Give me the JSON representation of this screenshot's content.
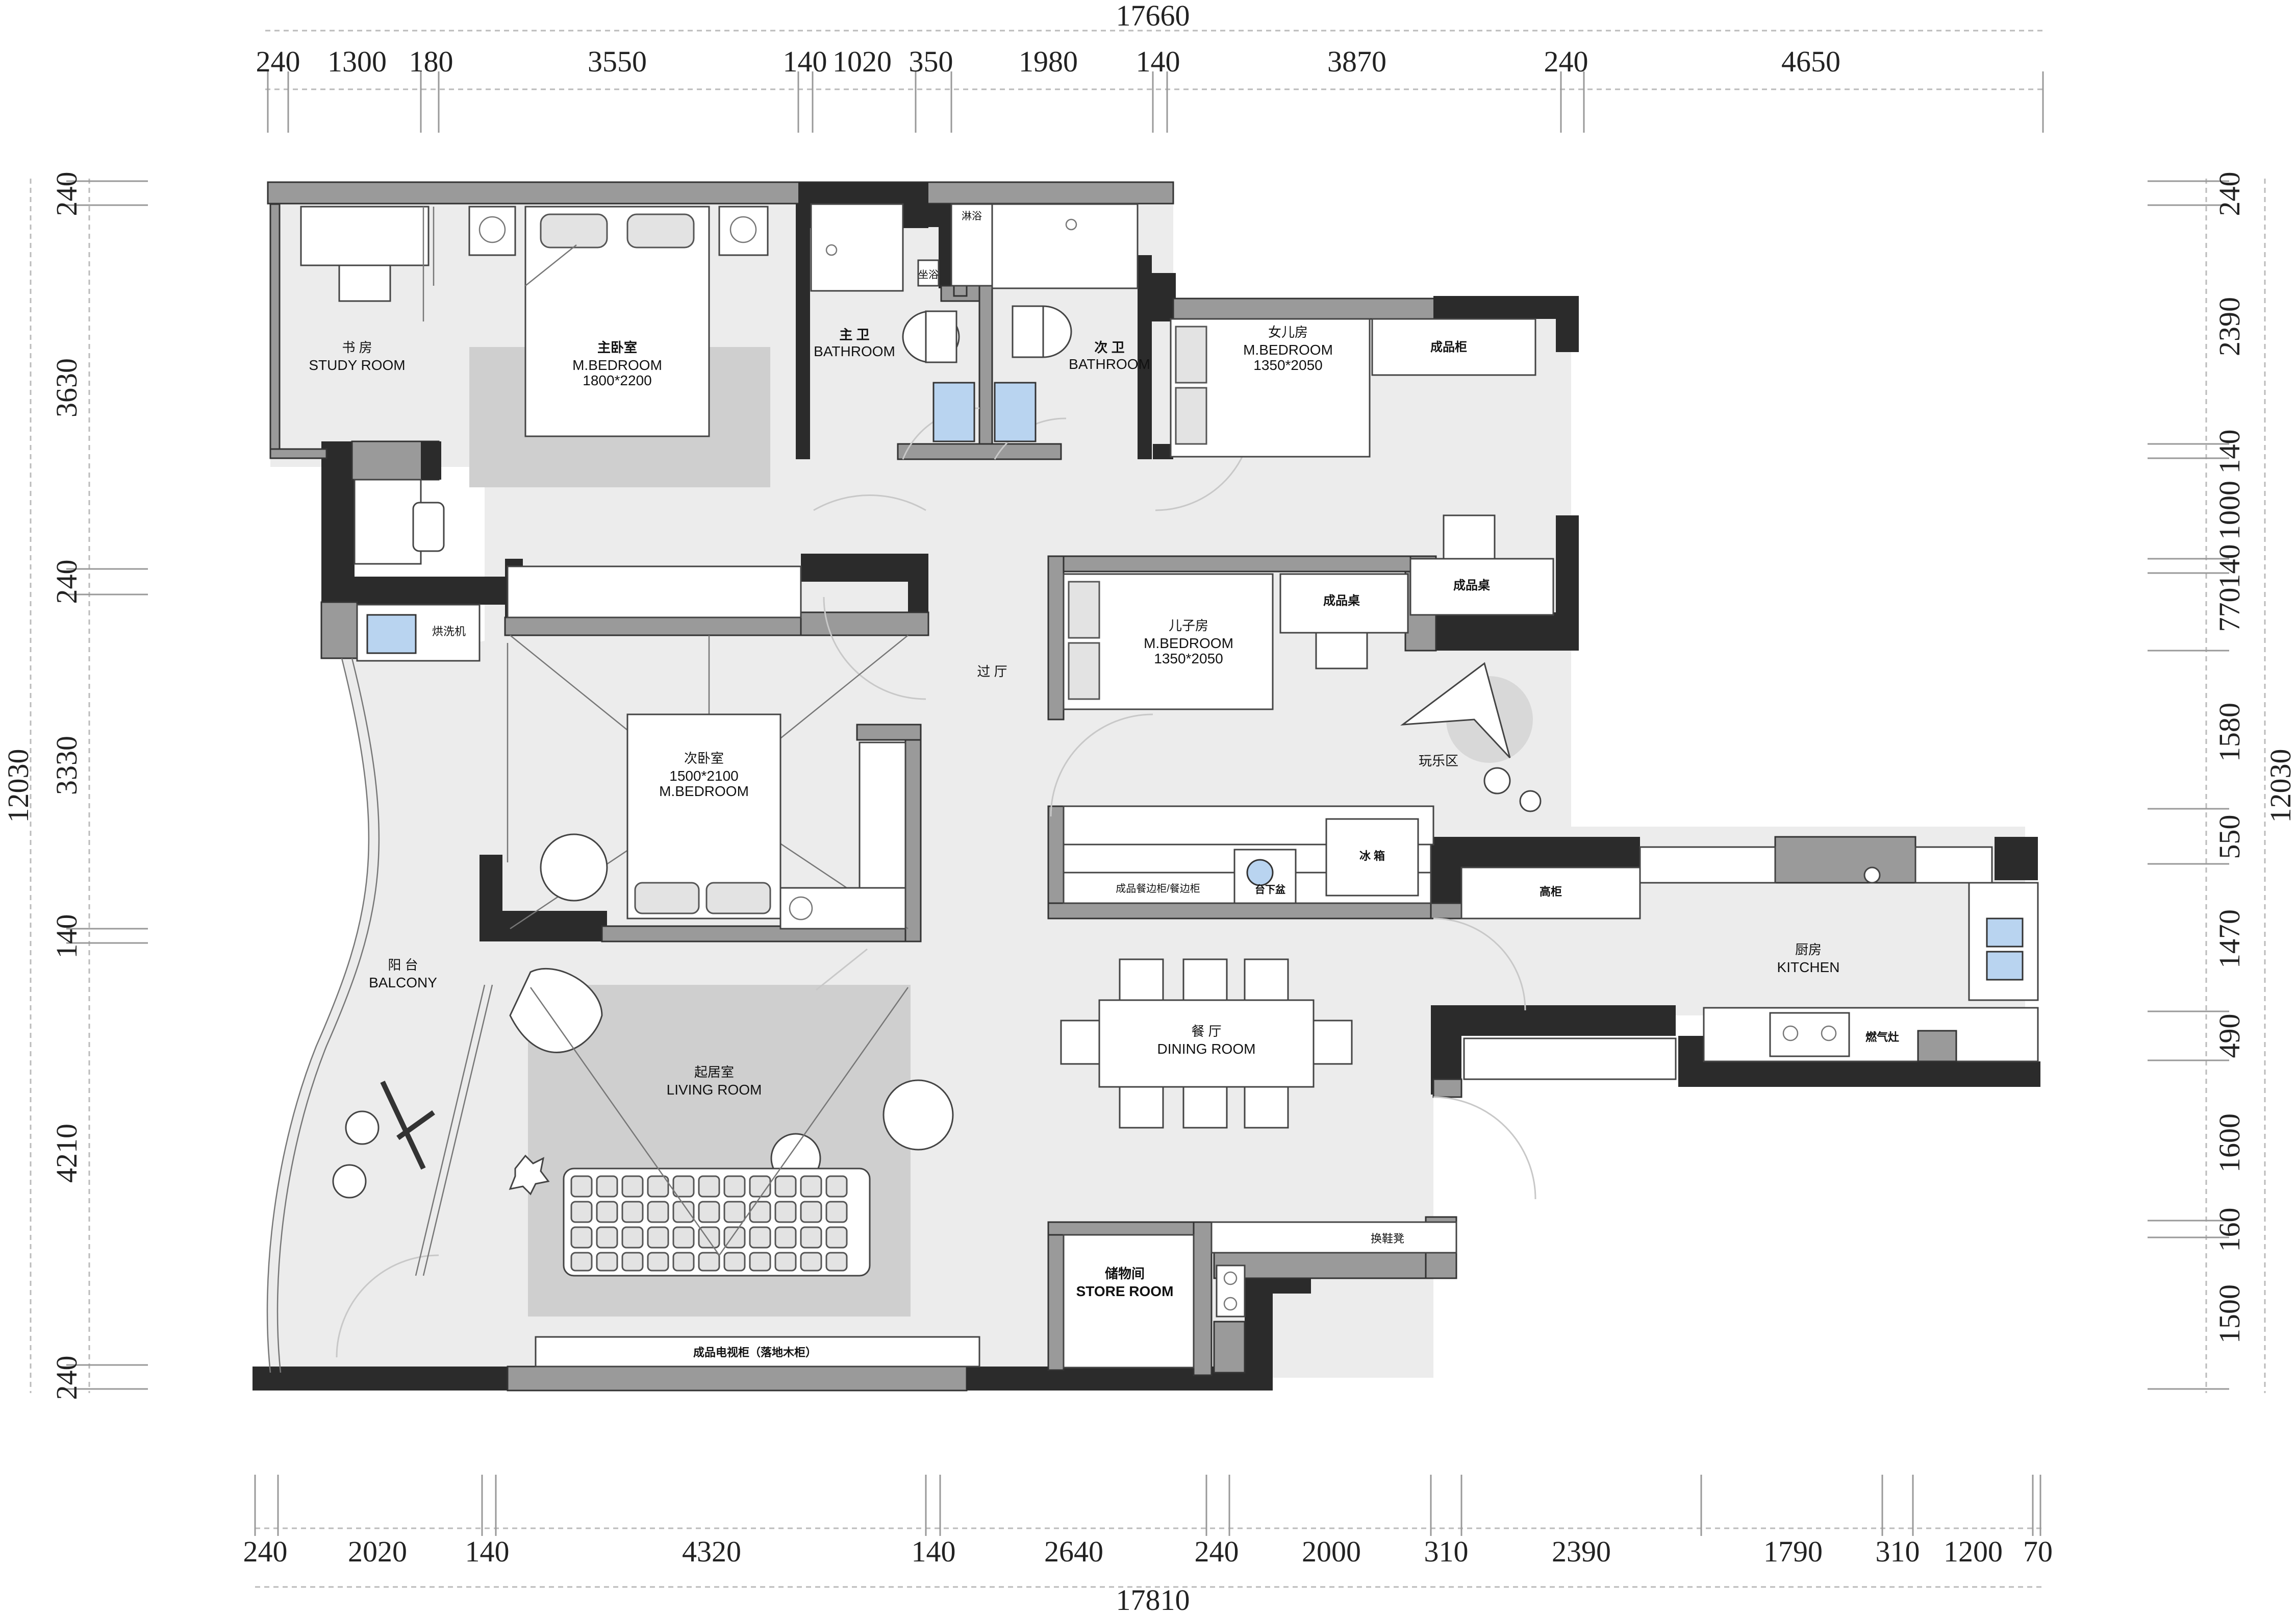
{
  "plan": {
    "dimensions": {
      "top_total": "17660",
      "top": [
        "240",
        "1300",
        "180",
        "3550",
        "140",
        "1020",
        "350",
        "1980",
        "140",
        "3870",
        "240",
        "4650"
      ],
      "bottom_total": "17810",
      "bottom": [
        "240",
        "2020",
        "140",
        "4320",
        "140",
        "2640",
        "240",
        "2000",
        "310",
        "2390",
        "1790",
        "310",
        "1200",
        "70"
      ],
      "left_total": "12030",
      "left": [
        "240",
        "3630",
        "240",
        "3330",
        "140",
        "4210",
        "240"
      ],
      "right_total": "12030",
      "right": [
        "240",
        "2390",
        "140",
        "1000",
        "140",
        "770",
        "1580",
        "550",
        "1470",
        "490",
        "1600",
        "160",
        "1500"
      ]
    },
    "rooms": {
      "study": {
        "cn": "书 房",
        "en": "STUDY ROOM"
      },
      "master": {
        "cn": "主卧室",
        "en": "M.BEDROOM",
        "size": "1800*2200"
      },
      "bath1": {
        "cn": "主 卫",
        "en": "BATHROOM"
      },
      "bath2": {
        "cn": "次 卫",
        "en": "BATHROOM"
      },
      "daughter": {
        "cn": "女儿房",
        "en": "M.BEDROOM",
        "size": "1350*2050"
      },
      "son": {
        "cn": "儿子房",
        "en": "M.BEDROOM",
        "size": "1350*2050"
      },
      "second": {
        "cn": "次卧室",
        "size": "1500*2100",
        "en": "M.BEDROOM"
      },
      "corridor": {
        "cn": "过 厅"
      },
      "play": {
        "cn": "玩乐区"
      },
      "balcony": {
        "cn": "阳 台",
        "en": "BALCONY"
      },
      "living": {
        "cn": "起居室",
        "en": "LIVING ROOM"
      },
      "dining": {
        "cn": "餐 厅",
        "en": "DINING ROOM"
      },
      "kitchen": {
        "cn": "厨房",
        "en": "KITCHEN"
      },
      "store": {
        "cn": "储物间",
        "en": "STORE ROOM"
      }
    },
    "fixtures": {
      "shower1": "坐浴",
      "toilet_box": "淋浴",
      "cabinet1": "成品柜",
      "desk1": "成品桌",
      "desk2": "成品桌",
      "washer": "烘洗机",
      "sideboard": "成品餐边柜/餐边柜",
      "under_counter": "台下盆",
      "fridge": "冰 箱",
      "tall_cabinet": "高柜",
      "stove": "燃气灶",
      "shoe_cabinet": "换鞋凳",
      "tv_cabinet": "成品电视柜（落地木柜）"
    }
  }
}
